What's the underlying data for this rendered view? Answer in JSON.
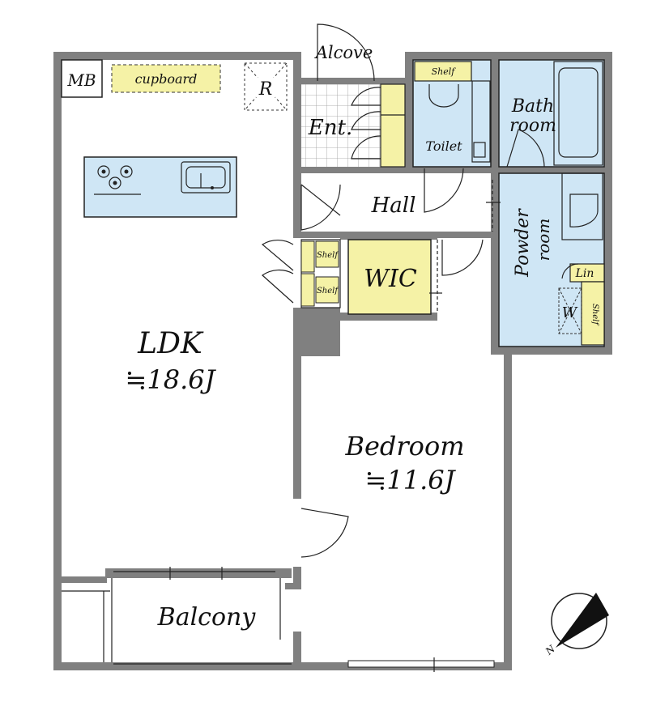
{
  "floorplan": {
    "rooms": {
      "ldk_name": "LDK",
      "ldk_size": "≒18.6J",
      "bedroom_name": "Bedroom",
      "bedroom_size": "≒11.6J",
      "balcony": "Balcony",
      "hall": "Hall",
      "wic": "WIC",
      "entrance": "Ent.",
      "toilet": "Toilet",
      "bath_line1": "Bath",
      "bath_line2": "room",
      "powder_line1": "Powder",
      "powder_line2": "room",
      "alcove": "Alcove"
    },
    "fixtures": {
      "mb": "MB",
      "cupboard": "cupboard",
      "refrigerator": "R",
      "washer": "W",
      "shelf": "Shelf",
      "linen": "Lin",
      "compass_north": "N"
    },
    "colors": {
      "wet_area": "#cfe6f5",
      "storage": "#f5f2a6",
      "wall": "#808080",
      "floor": "#ffffff"
    }
  }
}
